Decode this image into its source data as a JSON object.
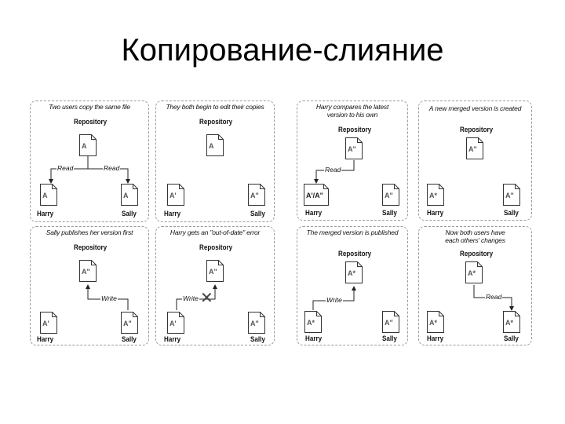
{
  "slide_title": "Копирование-слияние",
  "labels": {
    "repository": "Repository",
    "harry": "Harry",
    "sally": "Sally"
  },
  "panels": [
    {
      "title": "Two users copy the same file",
      "repo": "A",
      "harry": "A",
      "sally": "A",
      "a1": "Read",
      "a2": "Read"
    },
    {
      "title": "They both begin to edit their copies",
      "repo": "A",
      "harry": "A'",
      "sally": "A\""
    },
    {
      "title": "Sally publishes her version first",
      "repo": "A\"",
      "harry": "A'",
      "sally": "A\"",
      "a1": "Write"
    },
    {
      "title": "Harry gets an \"out-of-date\" error",
      "repo": "A\"",
      "harry": "A'",
      "sally": "A\"",
      "a1": "Write"
    },
    {
      "title": "Harry compares the latest version to his own",
      "repo": "A\"",
      "harry": "A'/A\"",
      "sally": "A\"",
      "a1": "Read"
    },
    {
      "title": "A new merged version is created",
      "repo": "A\"",
      "harry": "A*",
      "sally": "A\""
    },
    {
      "title": "The merged version is published",
      "repo": "A*",
      "harry": "A*",
      "sally": "A\"",
      "a1": "Write"
    },
    {
      "title": "Now both users have each others' changes",
      "repo": "A*",
      "harry": "A*",
      "sally": "A*",
      "a1": "Read"
    }
  ]
}
